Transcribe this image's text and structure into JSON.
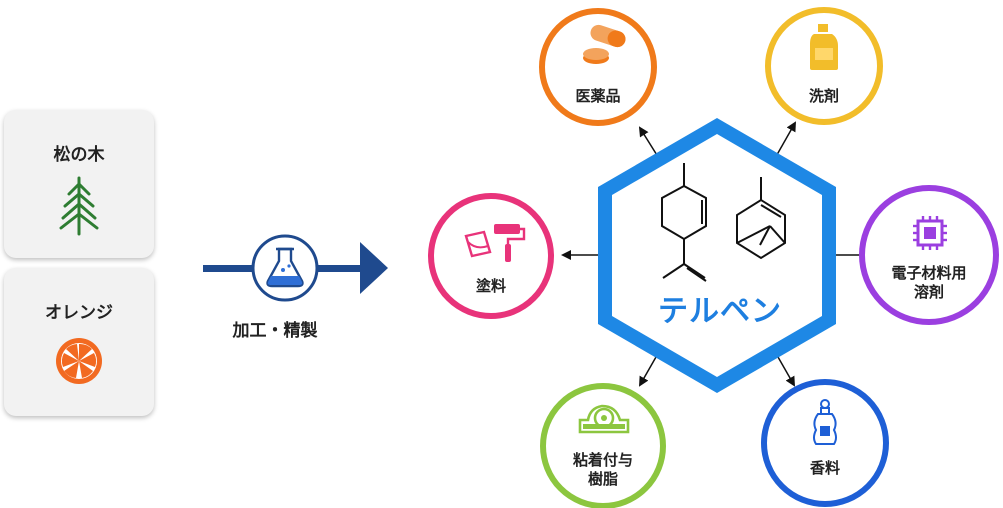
{
  "sources": [
    {
      "label": "松の木",
      "icon": "pine-tree-icon",
      "color": "#2e7d32"
    },
    {
      "label": "オレンジ",
      "icon": "orange-slice-icon",
      "color": "#f26a21"
    }
  ],
  "process": {
    "label": "加工・精製",
    "icon": "flask-icon"
  },
  "center": {
    "label": "テルペン",
    "color": "#1e88e5"
  },
  "applications": [
    {
      "label": "医薬品",
      "icon": "pills-icon",
      "color": "#f07a1a"
    },
    {
      "label": "洗剤",
      "icon": "detergent-bottle-icon",
      "color": "#f2bd2a"
    },
    {
      "label": "電子材料用\n溶剤",
      "icon": "chip-icon",
      "color": "#9b3fe0"
    },
    {
      "label": "香料",
      "icon": "perfume-bottle-icon",
      "color": "#1e5fd6"
    },
    {
      "label": "粘着付与\n樹脂",
      "icon": "tape-dispenser-icon",
      "color": "#8cc63f"
    },
    {
      "label": "塗料",
      "icon": "paint-roller-icon",
      "color": "#e8337a"
    }
  ]
}
